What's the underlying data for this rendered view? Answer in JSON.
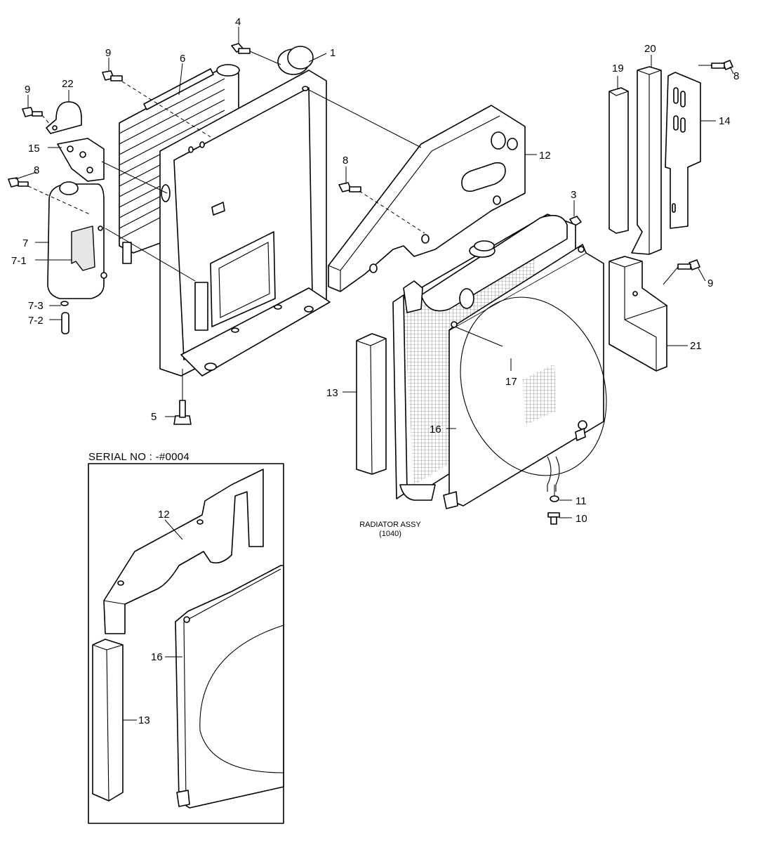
{
  "callouts": {
    "c1": "1",
    "c3": "3",
    "c4": "4",
    "c5": "5",
    "c6": "6",
    "c7": "7",
    "c7_1": "7-1",
    "c7_2": "7-2",
    "c7_3": "7-3",
    "c8_left": "8",
    "c8_mid": "8",
    "c8_right": "8",
    "c9_a": "9",
    "c9_b": "9",
    "c9_right": "9",
    "c10": "10",
    "c11": "11",
    "c12": "12",
    "c13": "13",
    "c14": "14",
    "c15": "15",
    "c16": "16",
    "c17": "17",
    "c19": "19",
    "c20": "20",
    "c21": "21",
    "c22": "22"
  },
  "radiator": {
    "title": "RADIATOR ASSY",
    "code": "(1040)"
  },
  "inset": {
    "serial": "SERIAL NO : -#0004",
    "c12": "12",
    "c13": "13",
    "c16": "16"
  }
}
